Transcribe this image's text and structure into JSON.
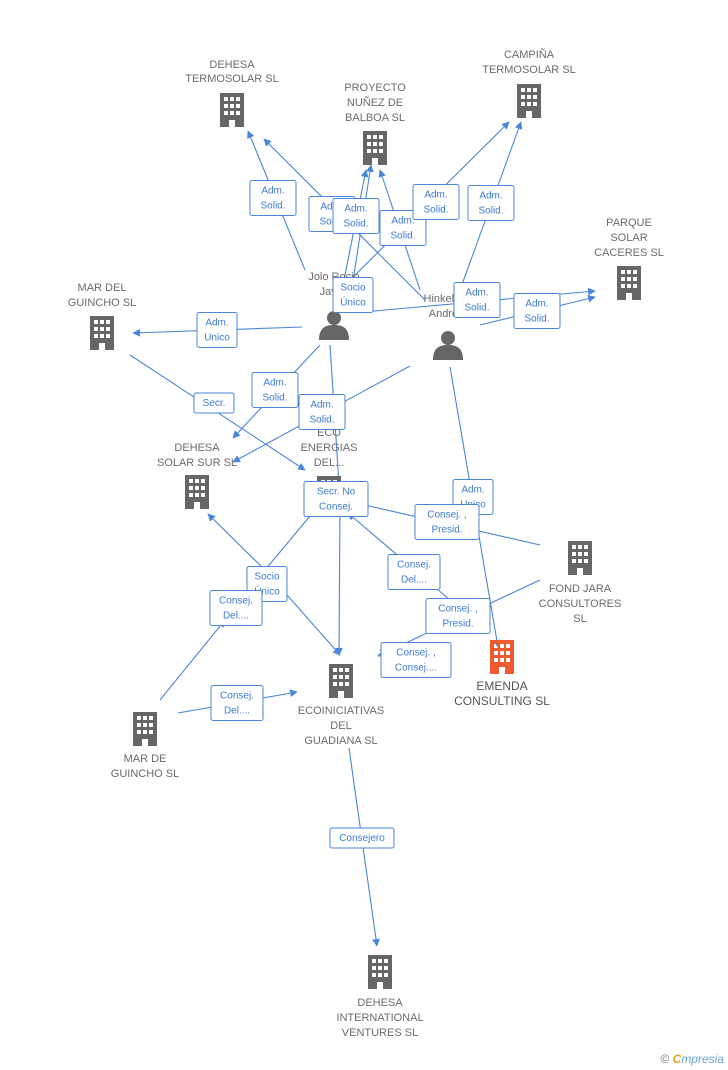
{
  "colors": {
    "edge": "#4a86d9",
    "company": "#666666",
    "highlight": "#ef5a2f",
    "person": "#666666"
  },
  "nodes": {
    "dehesa_termosolar": {
      "type": "company",
      "lines": [
        "DEHESA",
        "TERMOSOLAR SL"
      ]
    },
    "proyecto_nunez": {
      "type": "company",
      "lines": [
        "PROYECTO",
        "NUÑEZ DE",
        "BALBOA SL"
      ]
    },
    "campina": {
      "type": "company",
      "lines": [
        "CAMPIÑA",
        "TERMOSOLAR SL"
      ]
    },
    "parque_solar": {
      "type": "company",
      "lines": [
        "PARQUE",
        "SOLAR",
        "CACERES SL"
      ]
    },
    "mar_del_guincho": {
      "type": "company",
      "lines": [
        "MAR DEL",
        "GUINCHO SL"
      ]
    },
    "jolo": {
      "type": "person",
      "lines": [
        "Jolo Rocio",
        "Javi..."
      ]
    },
    "hinkelmann": {
      "type": "person",
      "lines": [
        "Hinkelm...",
        "Andre..."
      ]
    },
    "dehesa_solar_sur": {
      "type": "company",
      "lines": [
        "DEHESA",
        "SOLAR SUR SL"
      ]
    },
    "eco_energias": {
      "type": "company",
      "lines": [
        "ECO",
        "ENERGIAS",
        "DEL..."
      ]
    },
    "fond_jara": {
      "type": "company",
      "lines": [
        "FOND JARA",
        "CONSULTORES",
        "SL"
      ]
    },
    "emenda": {
      "type": "highlight",
      "lines": [
        "EMENDA",
        "CONSULTING SL"
      ]
    },
    "ecoiniciativas": {
      "type": "company",
      "lines": [
        "ECOINICIATIVAS",
        "DEL",
        "GUADIANA SL"
      ]
    },
    "mar_de_guincho": {
      "type": "company",
      "lines": [
        "MAR DE",
        "GUINCHO  SL"
      ]
    },
    "dehesa_international": {
      "type": "company",
      "lines": [
        "DEHESA",
        "INTERNATIONAL",
        "VENTURES SL"
      ]
    }
  },
  "edge_labels": {
    "jolo_dt": [
      "Adm.",
      "Solid."
    ],
    "jolo_pn": [
      "Adm.",
      "Solid."
    ],
    "hink_dt": [
      "Adm.",
      "Solid."
    ],
    "hink_pn": [
      "Adm.",
      "Solid."
    ],
    "jolo_camp": [
      "Adm.",
      "Solid."
    ],
    "hink_camp": [
      "Adm.",
      "Solid."
    ],
    "jolo_pn_socio": [
      "Socio",
      "Único"
    ],
    "hink_parque1": [
      "Adm.",
      "Solid."
    ],
    "hink_parque2": [
      "Adm.",
      "Solid."
    ],
    "jolo_mar": [
      "Adm.",
      "Unico"
    ],
    "mar_eco": [
      "Secr."
    ],
    "jolo_dss": [
      "Adm.",
      "Solid."
    ],
    "hink_dss": [
      "Adm.",
      "Solid."
    ],
    "hink_emenda": [
      "Adm.",
      "Unico"
    ],
    "eco_ecoin": [
      "Secr.  No",
      "Consej."
    ],
    "fond_eco": [
      "Consej. ,",
      "Presid."
    ],
    "ecoin_socio": [
      "Socio",
      "Único"
    ],
    "marde_eco": [
      "Consej.",
      "Del...."
    ],
    "emenda_eco": [
      "Consej.",
      "Del...."
    ],
    "fond_ecoin": [
      "Consej. ,",
      "Presid."
    ],
    "emenda_ecoin": [
      "Consej. ,",
      "Consej...."
    ],
    "marde_ecoin": [
      "Consej.",
      "Del...."
    ],
    "ecoin_dehesa_int": [
      "Consejero"
    ]
  },
  "footer": {
    "copyright": "©",
    "brand_initial": "C",
    "brand_rest": "mpresia"
  }
}
